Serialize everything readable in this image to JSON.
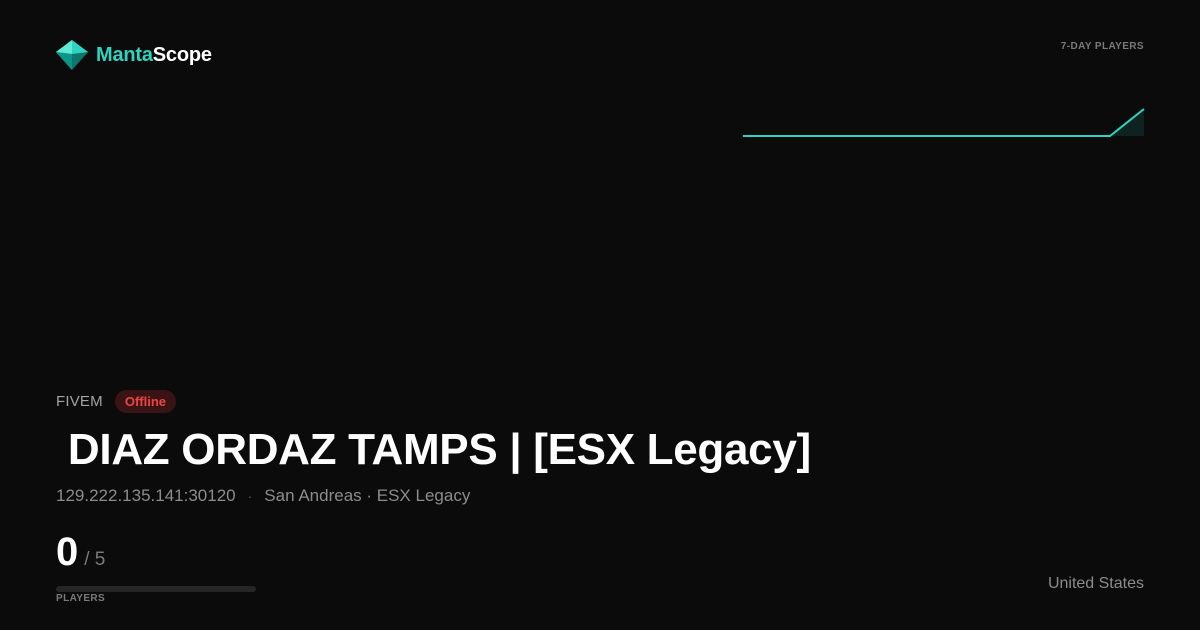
{
  "brand": {
    "name_accent": "Manta",
    "name_rest": "Scope",
    "logo_icon": "manta-gem-icon",
    "accent_color": "#2dd4bf"
  },
  "chart": {
    "label": "7-DAY PLAYERS"
  },
  "chart_data": {
    "type": "area",
    "title": "",
    "values": [
      0,
      0,
      0,
      0,
      0,
      0,
      0,
      0,
      0,
      0,
      0,
      0,
      1
    ],
    "ylim": [
      0,
      1
    ],
    "color": "#2dd4bf",
    "grid": false
  },
  "server": {
    "game": "FIVEM",
    "status": "Offline",
    "status_color": "#ef4444",
    "name": " DIAZ ORDAZ TAMPS | [ESX Legacy]",
    "address": "129.222.135.141:30120",
    "separator": "·",
    "tags": "San Andreas · ESX Legacy",
    "country": "United States"
  },
  "players": {
    "current": "0",
    "max": "/ 5",
    "label": "PLAYERS",
    "fill_fraction": 0
  }
}
